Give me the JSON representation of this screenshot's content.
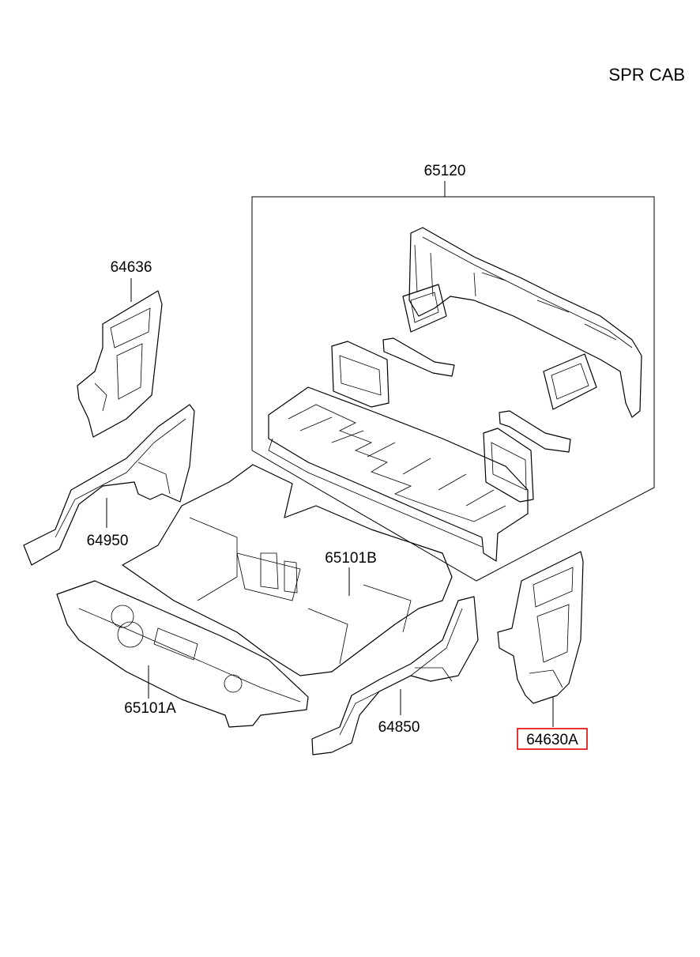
{
  "header": "SPR CAB",
  "labels": [
    "65120",
    "64636",
    "64950",
    "65101B",
    "65101A",
    "64850",
    "64630A"
  ],
  "highlight_color": "#e00000"
}
